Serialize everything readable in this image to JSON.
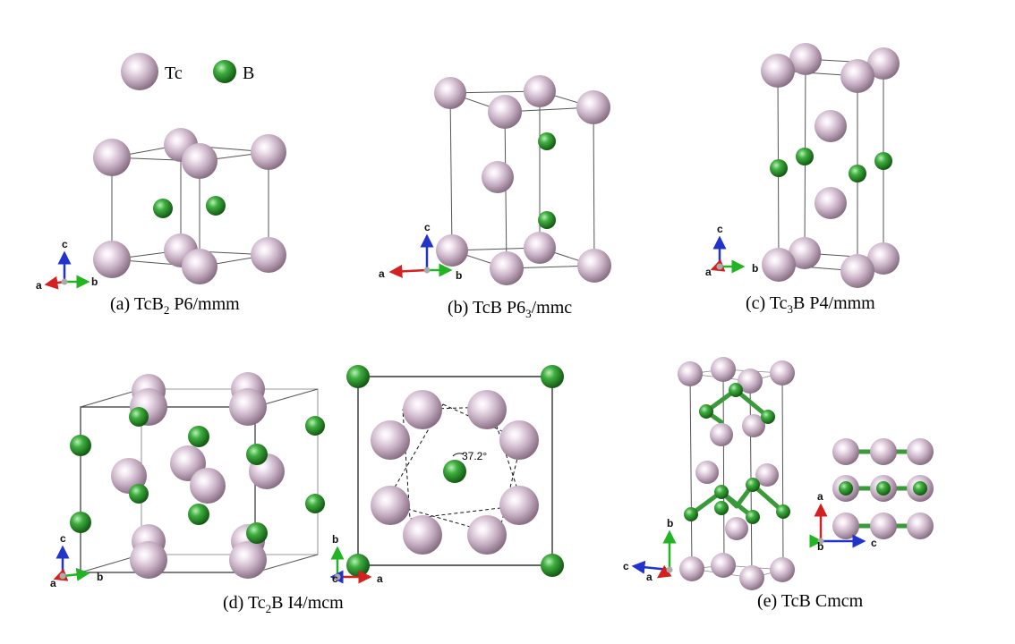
{
  "legend": [
    {
      "symbol": "Tc",
      "element": "tc"
    },
    {
      "symbol": "B",
      "element": "b"
    }
  ],
  "colors": {
    "tc_fill": "#c7afc4",
    "tc_highlight": "#ffffff",
    "tc_shade": "#7d6479",
    "b_fill": "#2f9a2f",
    "b_highlight": "#b8f0b8",
    "b_shade": "#0e4f0e",
    "bond": "#3a9a3a",
    "cell_line": "#555555",
    "axis_a": "#d42020",
    "axis_b": "#22b422",
    "axis_c": "#2233cc"
  },
  "panels": [
    {
      "id": "a",
      "caption": {
        "pre": "(a) TcB",
        "sub": "2",
        "post": " P6/mmm"
      },
      "axes": [
        {
          "label": "c",
          "color": "c"
        },
        {
          "label": "a",
          "color": "a"
        },
        {
          "label": "b",
          "color": "b"
        }
      ]
    },
    {
      "id": "b",
      "caption": {
        "pre": "(b) TcB P6",
        "sub": "3",
        "post": "/mmc"
      },
      "axes": [
        {
          "label": "c",
          "color": "c"
        },
        {
          "label": "a",
          "color": "a"
        },
        {
          "label": "b",
          "color": "b"
        }
      ]
    },
    {
      "id": "c",
      "caption": {
        "pre": "(c) Tc",
        "sub": "3",
        "post": "B P4/mmm"
      },
      "axes": [
        {
          "label": "c",
          "color": "c"
        },
        {
          "label": "a",
          "color": "a"
        },
        {
          "label": "b",
          "color": "b"
        }
      ]
    },
    {
      "id": "d",
      "caption": {
        "pre": "(d) Tc",
        "sub": "2",
        "post": "B I4/mcm"
      },
      "axes": [
        {
          "label": "c",
          "color": "c"
        },
        {
          "label": "a",
          "color": "a"
        },
        {
          "label": "b",
          "color": "b"
        }
      ],
      "axes2": [
        {
          "label": "b",
          "color": "b"
        },
        {
          "label": "a",
          "color": "a"
        },
        {
          "label": "c",
          "color": "c"
        }
      ],
      "angle_label": "37.2°"
    },
    {
      "id": "e",
      "caption": {
        "pre": "(e) TcB Cmcm",
        "sub": "",
        "post": ""
      },
      "axes": [
        {
          "label": "b",
          "color": "b"
        },
        {
          "label": "c",
          "color": "c"
        },
        {
          "label": "a",
          "color": "a"
        }
      ],
      "axes2": [
        {
          "label": "a",
          "color": "a"
        },
        {
          "label": "c",
          "color": "c"
        },
        {
          "label": "b",
          "color": "b"
        }
      ]
    }
  ]
}
